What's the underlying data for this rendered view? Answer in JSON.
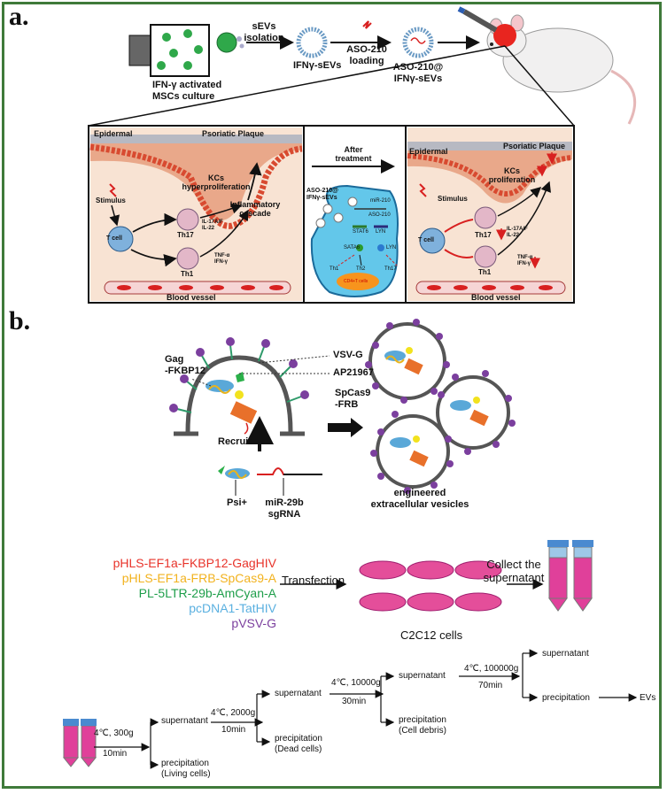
{
  "panel_a": {
    "letter": "a.",
    "msc_label_1": "IFN-γ activated",
    "msc_label_2": "MSCs culture",
    "step_isolation_1": "sEVs",
    "step_isolation_2": "isolation",
    "sev_label": "IFNγ-sEVs",
    "step_loading_1": "ASO-210",
    "step_loading_2": "loading",
    "loaded_label_1": "ASO-210@",
    "loaded_label_2": "IFNγ-sEVs",
    "before": {
      "epidermal": "Epidermal",
      "psoriatic_plaque": "Psoriatic Plaque",
      "kcs_1": "KCs",
      "kcs_2": "hyperproliferation",
      "inflammatory_1": "Inflammatory",
      "inflammatory_2": "cascade",
      "stimulus": "Stimulus",
      "t_cell": "T cell",
      "th17": "Th17",
      "th1": "Th1",
      "il17": "IL-17A/F",
      "il22": "IL-22",
      "tnf": "TNF-α",
      "ifn": "IFN-γ",
      "blood_vessel": "Blood vessel"
    },
    "middle": {
      "after_1": "After",
      "after_2": "treatment",
      "aso_1": "ASO-210@",
      "aso_2": "IFNγ-sEVs",
      "mir": "miR-210",
      "aso210": "ASO-210",
      "stat6": "STAT6",
      "lyn": "LYN",
      "sata6": "SATA6",
      "lyn2": "LYN",
      "th1": "Th1",
      "th2": "Th2",
      "th17": "Th17",
      "cd4": "CD4+T cells"
    },
    "after": {
      "epidermal": "Epidermal",
      "psoriatic_plaque": "Psoriatic Plaque",
      "kcs_1": "KCs",
      "kcs_2": "proliferation",
      "stimulus": "Stimulus",
      "t_cell": "T cell",
      "th17": "Th17",
      "th1": "Th1",
      "il17": "IL-17A/F",
      "il22": "IL-22",
      "tnf": "TNF-α",
      "ifn": "IFN-γ",
      "blood_vessel": "Blood vessel"
    }
  },
  "panel_b": {
    "letter": "b.",
    "vsvg": "VSV-G",
    "gag_1": "Gag",
    "gag_2": "-FKBP12",
    "ap": "AP21967",
    "spcas_1": "SpCas9",
    "spcas_2": "-FRB",
    "recruit": "Recruit",
    "psi": "Psi+",
    "mir29_1": "miR-29b",
    "mir29_2": "sgRNA",
    "ev_label_1": "engineered",
    "ev_label_2": "extracellular  vesicles",
    "plasmids": [
      {
        "text": "pHLS-EF1a-FKBP12-GagHIV",
        "color": "#e8332a"
      },
      {
        "text": "pHLS-EF1a-FRB-SpCas9-A",
        "color": "#f2b21e"
      },
      {
        "text": "PL-5LTR-29b-AmCyan-A",
        "color": "#1e9e4a"
      },
      {
        "text": "pcDNA1-TatHIV",
        "color": "#5ab0e0"
      },
      {
        "text": "pVSV-G",
        "color": "#7b3f9e"
      }
    ],
    "transfection": "Transfection",
    "c2c12": "C2C12 cells",
    "collect_1": "Collect the",
    "collect_2": "supernatant",
    "flow": {
      "s1_cond": "4℃, 300g",
      "s1_time": "10min",
      "s1_super": "supernatant",
      "s1_prec_1": "precipitation",
      "s1_prec_2": "(Living cells)",
      "s2_cond": "4℃, 2000g",
      "s2_time": "10min",
      "s2_super": "supernatant",
      "s2_prec_1": "precipitation",
      "s2_prec_2": "(Dead cells)",
      "s3_cond": "4℃, 10000g",
      "s3_time": "30min",
      "s3_super": "supernatant",
      "s3_prec_1": "precipitation",
      "s3_prec_2": "(Cell debris)",
      "s4_cond": "4℃, 100000g",
      "s4_time": "70min",
      "s4_super": "supernatant",
      "s4_prec": "precipitation",
      "evs": "EVs"
    }
  },
  "colors": {
    "border": "#3f7a3a",
    "msc_dot": "#2fa84a",
    "plaque_red": "#e0603a",
    "blood_red": "#d82020",
    "cell_blue": "#7fb1dc",
    "pink_tube": "#e0409a"
  }
}
